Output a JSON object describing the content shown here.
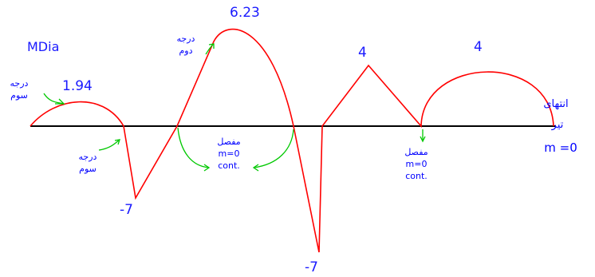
{
  "diagram": {
    "title": "MDia",
    "values": {
      "peak_1": "1.94",
      "peak_2": "6.23",
      "peak_3": "4",
      "peak_4": "4",
      "trough_1": "-7",
      "trough_2": "-7"
    },
    "notes": {
      "third_degree_a_l1": "درجه",
      "third_degree_a_l2": "سوم",
      "third_degree_b_l1": "درجه",
      "third_degree_b_l2": "سوم",
      "second_degree_l1": "درجه",
      "second_degree_l2": "دوم",
      "hinge_a_l1": "مفصل",
      "hinge_a_l2": "m=0",
      "hinge_a_l3": "cont.",
      "hinge_b_l1": "مفصل",
      "hinge_b_l2": "m=0",
      "hinge_b_l3": "cont.",
      "beam_end_l1": "انتهای",
      "beam_end_l2": "تیر",
      "beam_end_l3": "m =0"
    },
    "colors": {
      "diagram_line": "#ff0000",
      "value_text": "#1a1aff",
      "arrows": "#00c800",
      "axis": "#000000",
      "note_text": "#0000ff"
    }
  }
}
